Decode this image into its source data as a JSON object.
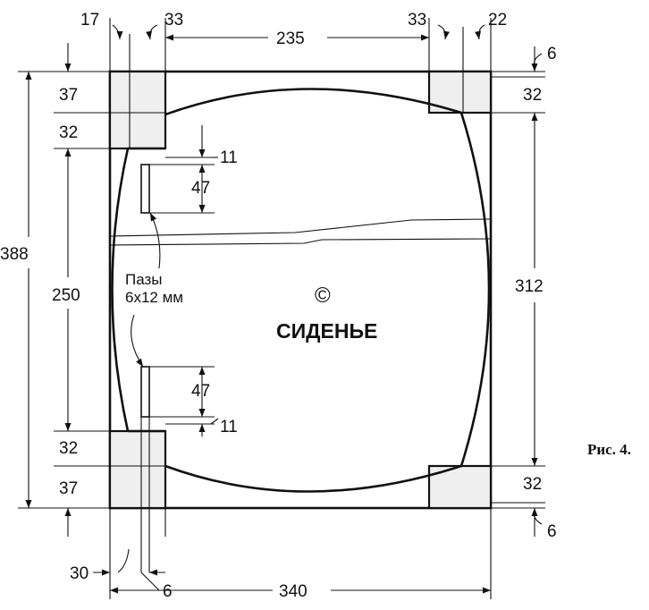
{
  "figure": {
    "caption": "Рис. 4.",
    "part_name": "СИДЕНЬЕ",
    "part_mark": "©",
    "slots_note_line1": "Пазы",
    "slots_note_line2": "6х12 мм"
  },
  "dimensions": {
    "top_17": "17",
    "top_33_left": "33",
    "top_235": "235",
    "top_33_right": "33",
    "top_22": "22",
    "right_6_top": "6",
    "left_37_top": "37",
    "right_32_top": "32",
    "left_32_top": "32",
    "slot_11_top": "11",
    "left_388": "388",
    "slot_47_top": "47",
    "left_250": "250",
    "right_312": "312",
    "slot_47_bottom": "47",
    "slot_11_bottom": "11",
    "left_32_bottom": "32",
    "right_32_bottom": "32",
    "left_37_bottom": "37",
    "right_6_bottom": "6",
    "bottom_30": "30",
    "bottom_6": "6",
    "bottom_340": "340"
  }
}
